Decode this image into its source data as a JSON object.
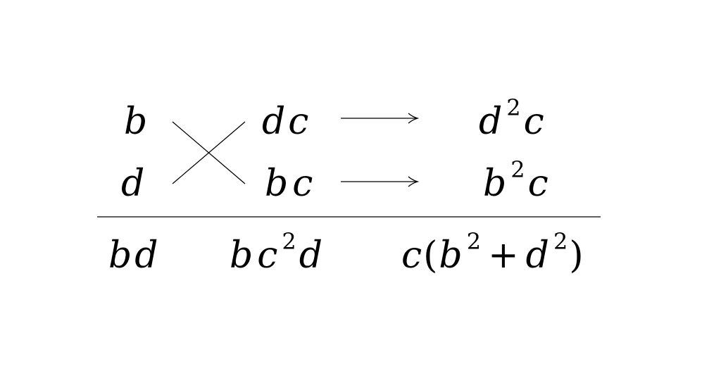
{
  "top_row": {
    "left": "b",
    "middle": {
      "a": "d",
      "b": "c"
    },
    "right": {
      "base": "d",
      "exp": "2",
      "rest": "c"
    }
  },
  "bottom_row": {
    "left": "d",
    "middle": {
      "a": "b",
      "b": "c"
    },
    "right": {
      "base": "b",
      "exp": "2",
      "rest": "c"
    }
  },
  "result_row": {
    "left": {
      "a": "b",
      "b": "d"
    },
    "middle": {
      "a": "b",
      "b": "c",
      "exp": "2",
      "c": "d"
    },
    "right": {
      "factor": "c",
      "open_paren": "(",
      "base1": "b",
      "exp1": "2",
      "plus": "+",
      "base2": "d",
      "exp2": "2",
      "close_paren": ")"
    }
  }
}
